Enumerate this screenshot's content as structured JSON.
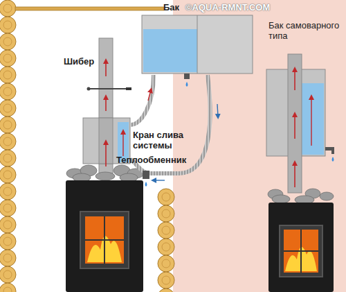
{
  "diagram": {
    "labels": [
      "Бак",
      "©AQUA-RMNT.COM",
      "Шибер",
      "Кран слива системы",
      "Теплообменник",
      "Бак самоварного типа"
    ]
  }
}
